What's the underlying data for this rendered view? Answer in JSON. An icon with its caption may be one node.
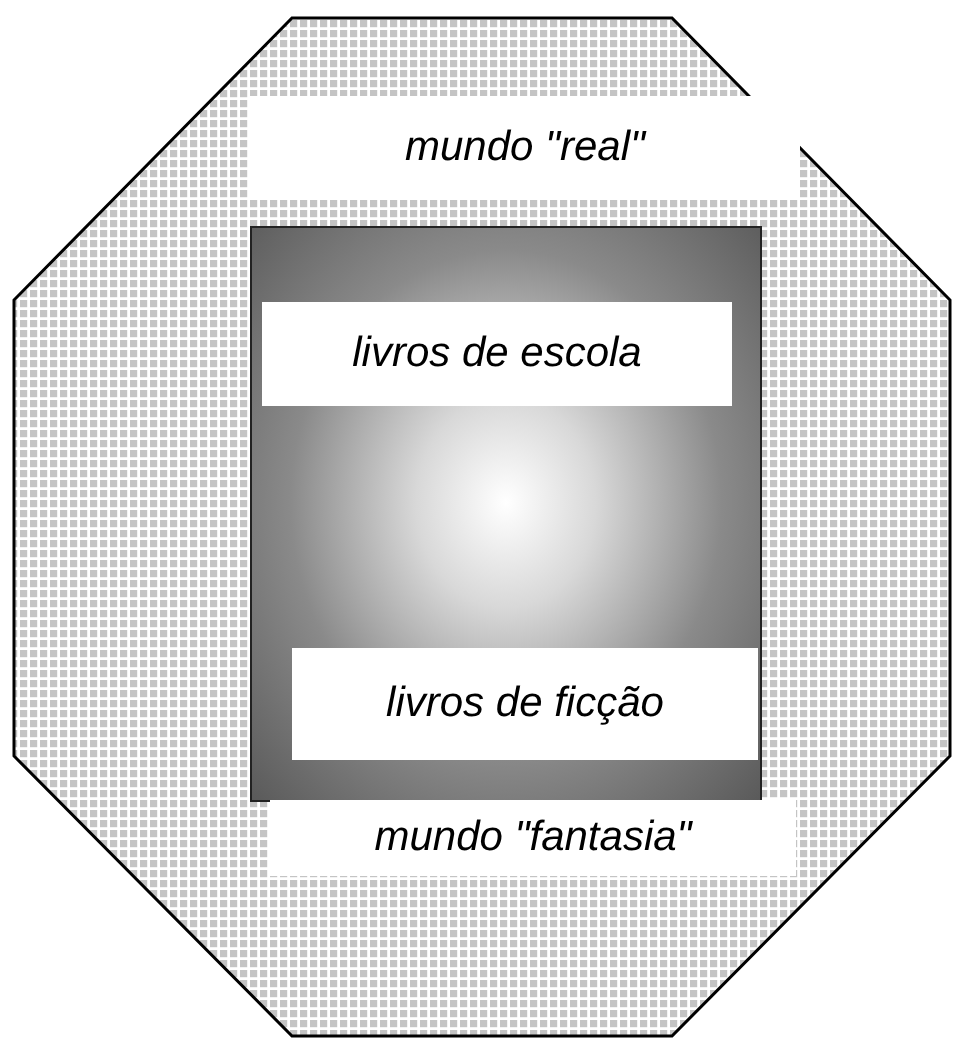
{
  "diagram": {
    "nodes": [
      {
        "text": [],
        "shape": "octagon"
      },
      {
        "text": [
          "mundo \"real\""
        ],
        "in": 0
      },
      {
        "text": [],
        "shape": "box",
        "in": 0
      },
      {
        "text": [
          "livros de escola"
        ],
        "in": 2
      },
      {
        "text": [
          "livros de ficção"
        ],
        "in": 2
      },
      {
        "text": [
          "mundo \"fantasia\""
        ],
        "in": 0
      }
    ],
    "edges": []
  }
}
